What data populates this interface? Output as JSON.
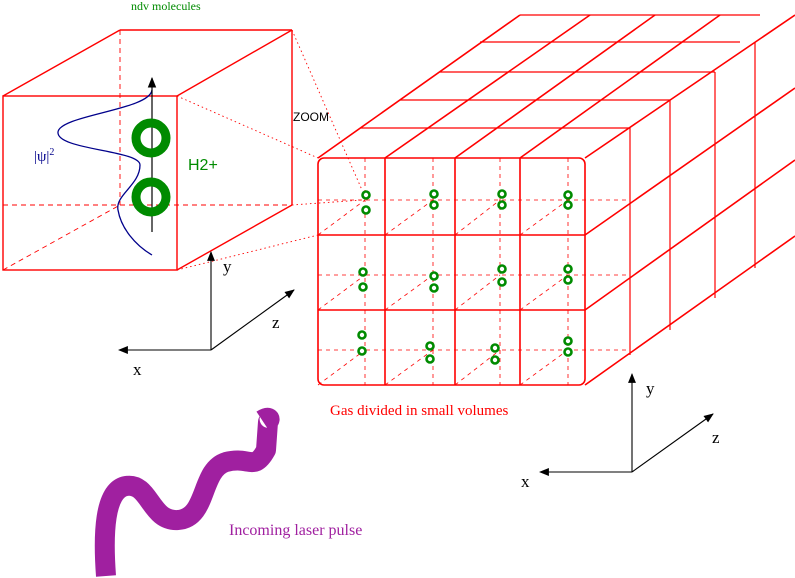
{
  "labels": {
    "top_caption": "ndv molecules",
    "zoom": "ZOOM",
    "psi": "|ψ|",
    "psi_exp": "2",
    "h2plus": "H2+",
    "gas": "Gas divided in small volumes",
    "laser": "Incoming laser pulse",
    "axis_left": {
      "x": "x",
      "y": "y",
      "z": "z"
    },
    "axis_right": {
      "x": "x",
      "y": "y",
      "z": "z"
    }
  },
  "colors": {
    "grid": "#ff0000",
    "molecule": "#008b00",
    "wavefunction": "#00008b",
    "laser": "#a020a0",
    "axes": "#000000"
  },
  "grid": {
    "columns": 4,
    "rows": 3,
    "depth_layers": 5
  },
  "icons": {
    "molecule": "molecule-ring-icon",
    "laser": "laser-wave-icon"
  }
}
